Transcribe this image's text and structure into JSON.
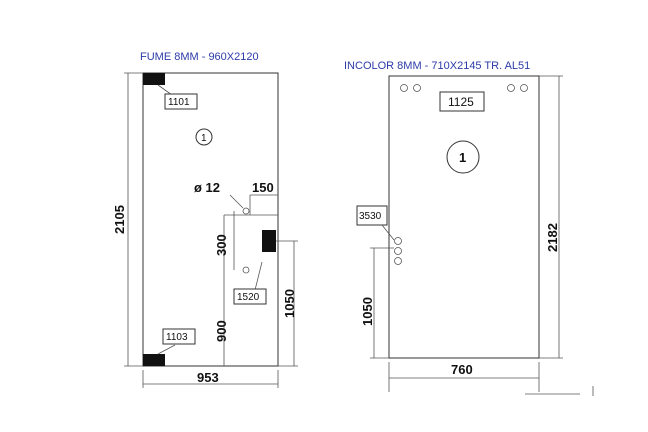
{
  "left_panel": {
    "title": "FUME 8MM - 960X2120",
    "labels": {
      "top_hardware": "1101",
      "bottom_hardware": "1103",
      "side_hardware": "1520",
      "piece_number": "1"
    },
    "dims": {
      "height": "2105",
      "width": "953",
      "hole_dia": "ø 12",
      "hole_offset": "150",
      "hole_spacing": "300",
      "lower_height": "1050",
      "cutout_height": "900"
    }
  },
  "right_panel": {
    "title": "INCOLOR 8MM - 710X2145 TR. AL51",
    "labels": {
      "top_hardware": "1125",
      "side_hardware": "3530",
      "piece_number": "1"
    },
    "dims": {
      "height": "2182",
      "width": "760",
      "lower_height": "1050"
    }
  },
  "colors": {
    "title": "#2d3ba8",
    "line": "#333333",
    "fill_block": "#111111"
  }
}
